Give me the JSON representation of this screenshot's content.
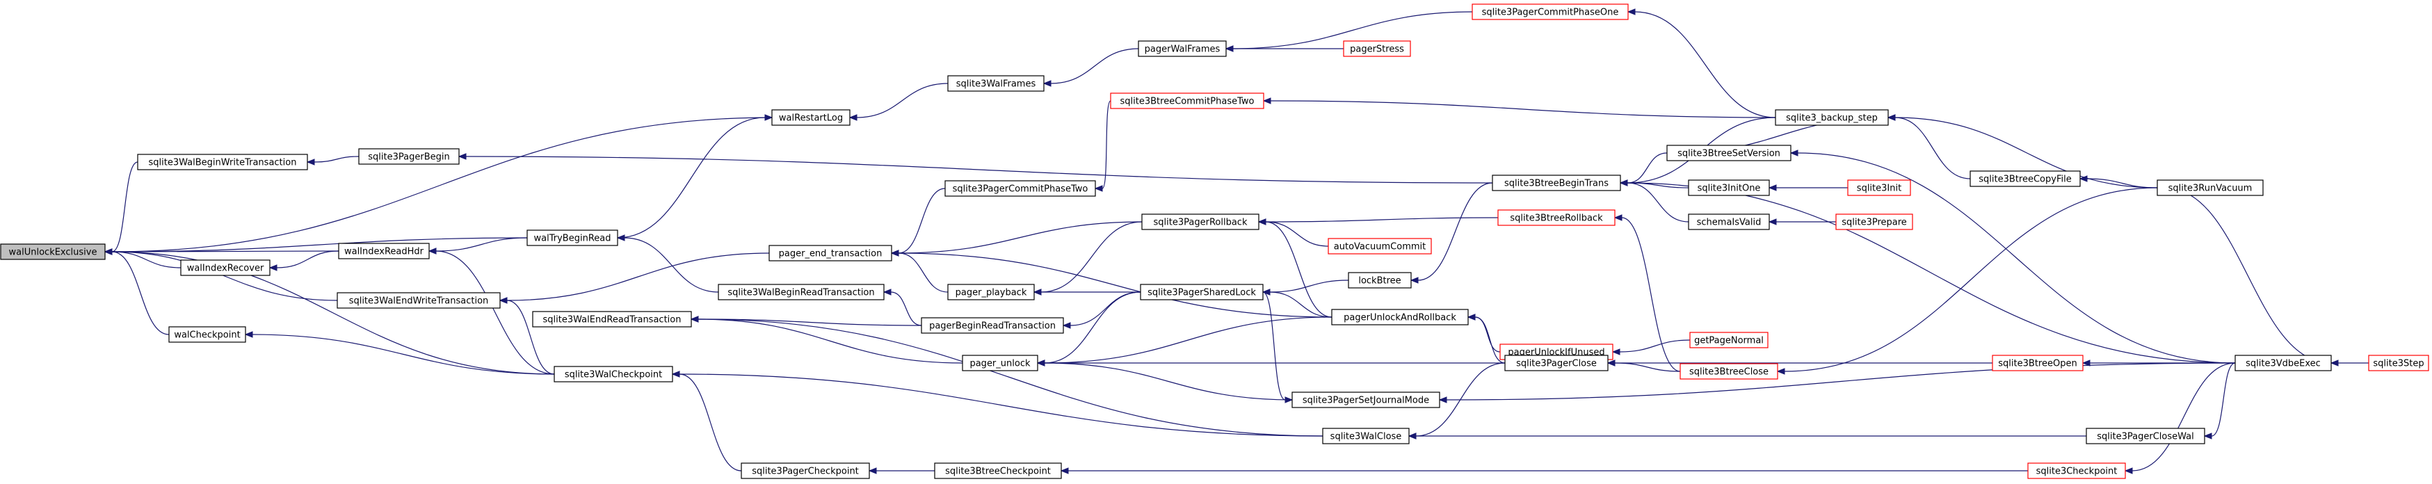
{
  "colors": {
    "edge": "#191970",
    "node_border": "#000000",
    "node_border_truncated": "#ff0000",
    "root_fill": "#bfbfbf"
  },
  "nodes": [
    {
      "id": "walUnlockExclusive",
      "label": "walUnlockExclusive",
      "root": true
    },
    {
      "id": "walRestartLog",
      "label": "walRestartLog"
    },
    {
      "id": "sqlite3WalBeginWriteTransaction",
      "label": "sqlite3WalBeginWriteTransaction"
    },
    {
      "id": "walIndexRecover",
      "label": "walIndexRecover"
    },
    {
      "id": "walIndexReadHdr",
      "label": "walIndexReadHdr"
    },
    {
      "id": "walTryBeginRead",
      "label": "walTryBeginRead"
    },
    {
      "id": "sqlite3WalEndWriteTransaction",
      "label": "sqlite3WalEndWriteTransaction"
    },
    {
      "id": "walCheckpoint",
      "label": "walCheckpoint"
    },
    {
      "id": "sqlite3WalCheckpoint",
      "label": "sqlite3WalCheckpoint"
    },
    {
      "id": "sqlite3PagerBegin",
      "label": "sqlite3PagerBegin"
    },
    {
      "id": "sqlite3WalFrames",
      "label": "sqlite3WalFrames"
    },
    {
      "id": "pagerWalFrames",
      "label": "pagerWalFrames"
    },
    {
      "id": "sqlite3PagerCommitPhaseOne",
      "label": "sqlite3PagerCommitPhaseOne",
      "truncated": true
    },
    {
      "id": "pagerStress",
      "label": "pagerStress",
      "truncated": true
    },
    {
      "id": "sqlite3PagerCommitPhaseTwo",
      "label": "sqlite3PagerCommitPhaseTwo"
    },
    {
      "id": "sqlite3BtreeCommitPhaseTwo",
      "label": "sqlite3BtreeCommitPhaseTwo",
      "truncated": true
    },
    {
      "id": "pager_end_transaction",
      "label": "pager_end_transaction"
    },
    {
      "id": "sqlite3WalBeginReadTransaction",
      "label": "sqlite3WalBeginReadTransaction"
    },
    {
      "id": "sqlite3WalEndReadTransaction",
      "label": "sqlite3WalEndReadTransaction"
    },
    {
      "id": "pager_playback",
      "label": "pager_playback"
    },
    {
      "id": "pagerBeginReadTransaction",
      "label": "pagerBeginReadTransaction"
    },
    {
      "id": "pager_unlock",
      "label": "pager_unlock"
    },
    {
      "id": "sqlite3PagerCheckpoint",
      "label": "sqlite3PagerCheckpoint"
    },
    {
      "id": "sqlite3PagerRollback",
      "label": "sqlite3PagerRollback"
    },
    {
      "id": "sqlite3PagerSharedLock",
      "label": "sqlite3PagerSharedLock"
    },
    {
      "id": "sqlite3PagerSetJournalMode",
      "label": "sqlite3PagerSetJournalMode"
    },
    {
      "id": "sqlite3BtreeCheckpoint",
      "label": "sqlite3BtreeCheckpoint"
    },
    {
      "id": "sqlite3WalClose",
      "label": "sqlite3WalClose"
    },
    {
      "id": "autoVacuumCommit",
      "label": "autoVacuumCommit",
      "truncated": true
    },
    {
      "id": "lockBtree",
      "label": "lockBtree"
    },
    {
      "id": "pagerUnlockAndRollback",
      "label": "pagerUnlockAndRollback"
    },
    {
      "id": "sqlite3BtreeBeginTrans",
      "label": "sqlite3BtreeBeginTrans"
    },
    {
      "id": "sqlite3BtreeRollback",
      "label": "sqlite3BtreeRollback",
      "truncated": true
    },
    {
      "id": "pagerUnlockIfUnused",
      "label": "pagerUnlockIfUnused",
      "truncated": true
    },
    {
      "id": "sqlite3PagerClose",
      "label": "sqlite3PagerClose"
    },
    {
      "id": "sqlite3_backup_step",
      "label": "sqlite3_backup_step"
    },
    {
      "id": "sqlite3BtreeSetVersion",
      "label": "sqlite3BtreeSetVersion"
    },
    {
      "id": "sqlite3InitOne",
      "label": "sqlite3InitOne"
    },
    {
      "id": "schemaIsValid",
      "label": "schemaIsValid"
    },
    {
      "id": "getPageNormal",
      "label": "getPageNormal",
      "truncated": true
    },
    {
      "id": "sqlite3BtreeClose",
      "label": "sqlite3BtreeClose",
      "truncated": true
    },
    {
      "id": "sqlite3BtreeOpen",
      "label": "sqlite3BtreeOpen",
      "truncated": true
    },
    {
      "id": "sqlite3Checkpoint",
      "label": "sqlite3Checkpoint",
      "truncated": true
    },
    {
      "id": "sqlite3BtreeCopyFile",
      "label": "sqlite3BtreeCopyFile"
    },
    {
      "id": "sqlite3Init",
      "label": "sqlite3Init",
      "truncated": true
    },
    {
      "id": "sqlite3Prepare",
      "label": "sqlite3Prepare",
      "truncated": true
    },
    {
      "id": "sqlite3PagerCloseWal",
      "label": "sqlite3PagerCloseWal"
    },
    {
      "id": "sqlite3RunVacuum",
      "label": "sqlite3RunVacuum"
    },
    {
      "id": "sqlite3VdbeExec",
      "label": "sqlite3VdbeExec"
    },
    {
      "id": "sqlite3Step",
      "label": "sqlite3Step",
      "truncated": true
    }
  ],
  "edges": [
    [
      "walRestartLog",
      "walUnlockExclusive"
    ],
    [
      "sqlite3WalBeginWriteTransaction",
      "walUnlockExclusive"
    ],
    [
      "walIndexRecover",
      "walUnlockExclusive"
    ],
    [
      "walIndexReadHdr",
      "walUnlockExclusive"
    ],
    [
      "walTryBeginRead",
      "walUnlockExclusive"
    ],
    [
      "sqlite3WalEndWriteTransaction",
      "walUnlockExclusive"
    ],
    [
      "walCheckpoint",
      "walUnlockExclusive"
    ],
    [
      "sqlite3WalCheckpoint",
      "walUnlockExclusive"
    ],
    [
      "sqlite3WalFrames",
      "walRestartLog"
    ],
    [
      "walTryBeginRead",
      "walRestartLog"
    ],
    [
      "sqlite3PagerBegin",
      "sqlite3WalBeginWriteTransaction"
    ],
    [
      "walIndexReadHdr",
      "walIndexRecover"
    ],
    [
      "walTryBeginRead",
      "walIndexReadHdr"
    ],
    [
      "sqlite3WalCheckpoint",
      "walIndexReadHdr"
    ],
    [
      "sqlite3WalBeginReadTransaction",
      "walTryBeginRead"
    ],
    [
      "pager_end_transaction",
      "sqlite3WalEndWriteTransaction"
    ],
    [
      "sqlite3WalCheckpoint",
      "sqlite3WalEndWriteTransaction"
    ],
    [
      "sqlite3WalCheckpoint",
      "walCheckpoint"
    ],
    [
      "sqlite3PagerCheckpoint",
      "sqlite3WalCheckpoint"
    ],
    [
      "sqlite3WalClose",
      "sqlite3WalCheckpoint"
    ],
    [
      "sqlite3BtreeBeginTrans",
      "sqlite3PagerBegin"
    ],
    [
      "pagerWalFrames",
      "sqlite3WalFrames"
    ],
    [
      "sqlite3PagerCommitPhaseOne",
      "pagerWalFrames"
    ],
    [
      "pagerStress",
      "pagerWalFrames"
    ],
    [
      "sqlite3_backup_step",
      "sqlite3PagerCommitPhaseOne"
    ],
    [
      "sqlite3BtreeCommitPhaseTwo",
      "sqlite3PagerCommitPhaseTwo"
    ],
    [
      "sqlite3_backup_step",
      "sqlite3BtreeCommitPhaseTwo"
    ],
    [
      "sqlite3PagerCommitPhaseTwo",
      "pager_end_transaction"
    ],
    [
      "pager_playback",
      "pager_end_transaction"
    ],
    [
      "sqlite3PagerRollback",
      "pager_end_transaction"
    ],
    [
      "pagerUnlockAndRollback",
      "pager_end_transaction"
    ],
    [
      "pagerBeginReadTransaction",
      "sqlite3WalBeginReadTransaction"
    ],
    [
      "pager_unlock",
      "sqlite3WalEndReadTransaction"
    ],
    [
      "pagerBeginReadTransaction",
      "sqlite3WalEndReadTransaction"
    ],
    [
      "sqlite3WalClose",
      "sqlite3WalEndReadTransaction"
    ],
    [
      "sqlite3PagerRollback",
      "pager_playback"
    ],
    [
      "sqlite3PagerSharedLock",
      "pager_playback"
    ],
    [
      "sqlite3PagerSharedLock",
      "pagerBeginReadTransaction"
    ],
    [
      "sqlite3PagerSharedLock",
      "pager_unlock"
    ],
    [
      "pagerUnlockAndRollback",
      "pager_unlock"
    ],
    [
      "sqlite3PagerSetJournalMode",
      "pager_unlock"
    ],
    [
      "sqlite3PagerClose",
      "pager_unlock"
    ],
    [
      "sqlite3BtreeCheckpoint",
      "sqlite3PagerCheckpoint"
    ],
    [
      "sqlite3Checkpoint",
      "sqlite3BtreeCheckpoint"
    ],
    [
      "sqlite3BtreeRollback",
      "sqlite3PagerRollback"
    ],
    [
      "pagerUnlockAndRollback",
      "sqlite3PagerRollback"
    ],
    [
      "autoVacuumCommit",
      "sqlite3PagerRollback"
    ],
    [
      "lockBtree",
      "sqlite3PagerSharedLock"
    ],
    [
      "pagerUnlockAndRollback",
      "sqlite3PagerSharedLock"
    ],
    [
      "sqlite3PagerSharedLock",
      "sqlite3PagerSetJournalMode"
    ],
    [
      "sqlite3VdbeExec",
      "sqlite3PagerSetJournalMode"
    ],
    [
      "sqlite3PagerClose",
      "sqlite3WalClose"
    ],
    [
      "sqlite3PagerCloseWal",
      "sqlite3WalClose"
    ],
    [
      "sqlite3BtreeBeginTrans",
      "lockBtree"
    ],
    [
      "pagerUnlockIfUnused",
      "pagerUnlockAndRollback"
    ],
    [
      "sqlite3PagerClose",
      "pagerUnlockAndRollback"
    ],
    [
      "sqlite3_backup_step",
      "sqlite3BtreeBeginTrans"
    ],
    [
      "sqlite3BtreeSetVersion",
      "sqlite3BtreeBeginTrans"
    ],
    [
      "sqlite3InitOne",
      "sqlite3BtreeBeginTrans"
    ],
    [
      "schemaIsValid",
      "sqlite3BtreeBeginTrans"
    ],
    [
      "sqlite3VdbeExec",
      "sqlite3BtreeBeginTrans"
    ],
    [
      "sqlite3BtreeClose",
      "sqlite3BtreeRollback"
    ],
    [
      "getPageNormal",
      "pagerUnlockIfUnused"
    ],
    [
      "sqlite3BtreeClose",
      "sqlite3PagerClose"
    ],
    [
      "sqlite3BtreeOpen",
      "sqlite3PagerClose"
    ],
    [
      "sqlite3BtreeCopyFile",
      "sqlite3_backup_step"
    ],
    [
      "sqlite3VdbeExec",
      "sqlite3BtreeSetVersion"
    ],
    [
      "sqlite3_backup_step",
      "sqlite3BtreeSetVersion"
    ],
    [
      "sqlite3Init",
      "sqlite3InitOne"
    ],
    [
      "sqlite3Prepare",
      "schemaIsValid"
    ],
    [
      "sqlite3RunVacuum",
      "sqlite3BtreeClose"
    ],
    [
      "sqlite3VdbeExec",
      "sqlite3BtreeOpen"
    ],
    [
      "sqlite3VdbeExec",
      "sqlite3Checkpoint"
    ],
    [
      "sqlite3RunVacuum",
      "sqlite3BtreeCopyFile"
    ],
    [
      "sqlite3RunVacuum",
      "sqlite3_backup_step"
    ],
    [
      "sqlite3VdbeExec",
      "sqlite3PagerCloseWal"
    ],
    [
      "sqlite3VdbeExec",
      "sqlite3RunVacuum"
    ],
    [
      "sqlite3Step",
      "sqlite3VdbeExec"
    ]
  ]
}
